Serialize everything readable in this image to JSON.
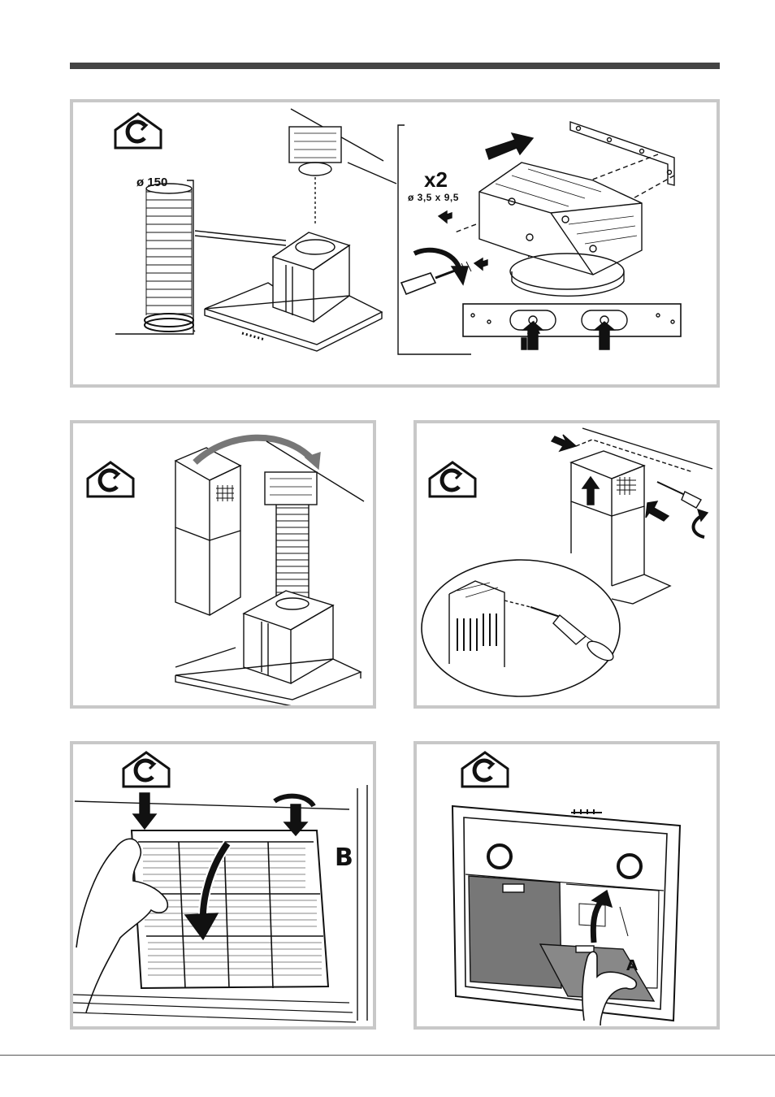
{
  "panel1": {
    "diameter_label": "ø 150",
    "multiplier_label": "x2",
    "screw_label": "ø 3,5 x 9,5"
  },
  "panel4": {
    "label": "B"
  },
  "panel5": {
    "label": "A"
  },
  "icons": {
    "recirculation": "house-recirculation-icon"
  },
  "colors": {
    "frame": "#c8c8c8",
    "bar": "#444444",
    "ink": "#111111"
  }
}
